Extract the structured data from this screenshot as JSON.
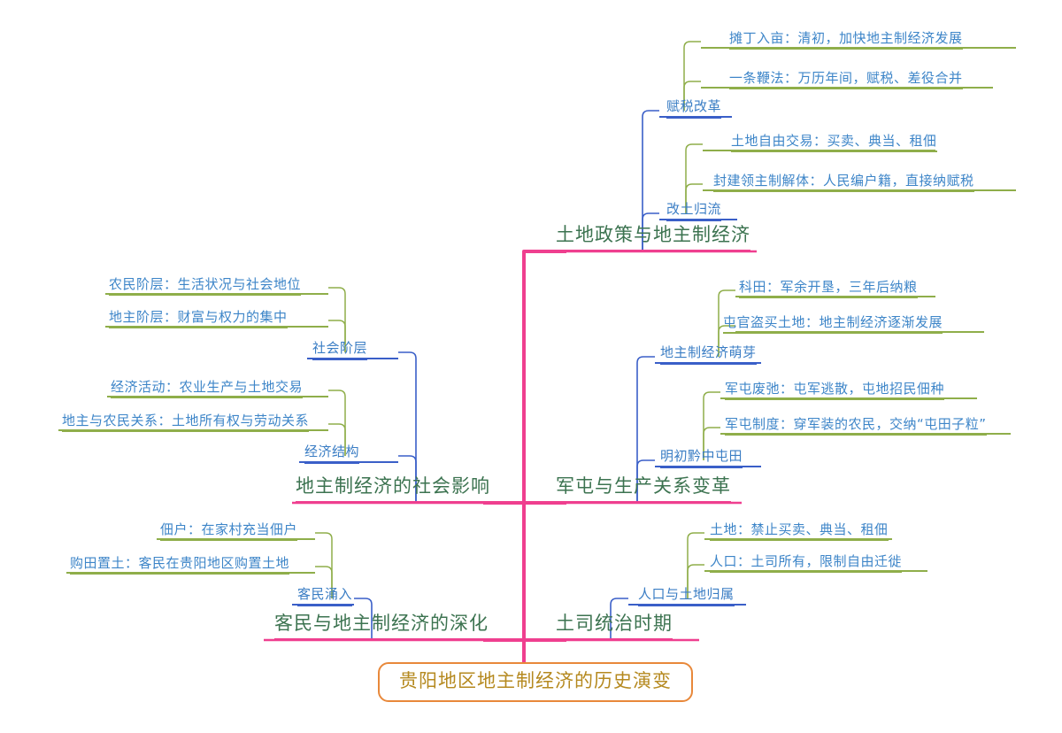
{
  "title": "贵阳地区地主制经济的历史演变",
  "colors": {
    "central_border": "#e8883a",
    "central_text": "#b5891f",
    "spine": "#ef3f8f",
    "level1_text": "#3c7350",
    "level2_text": "#3a7dc4",
    "level2_underline": "#3a5fc8",
    "level3_text": "#3d85c8",
    "level3_underline": "#8fae4a"
  },
  "central": {
    "label": "贵阳地区地主制经济的历史演变"
  },
  "branches": [
    {
      "id": "land-policy",
      "label": "土地政策与地主制经济",
      "side": "right",
      "children": [
        {
          "id": "tax-reform",
          "label": "赋税改革",
          "leaves": [
            {
              "label": "摊丁入亩：清初，加快地主制经济发展"
            },
            {
              "label": "一条鞭法：万历年间，赋税、差役合并"
            }
          ]
        },
        {
          "id": "gaitu-guiliu",
          "label": "改土归流",
          "leaves": [
            {
              "label": "土地自由交易：买卖、典当、租佃"
            },
            {
              "label": "封建领主制解体：人民编户籍，直接纳赋税"
            }
          ]
        }
      ]
    },
    {
      "id": "military-colony",
      "label": "军屯与生产关系变革",
      "side": "right",
      "children": [
        {
          "id": "landlord-sprout",
          "label": "地主制经济萌芽",
          "leaves": [
            {
              "label": "科田：军余开垦，三年后纳粮"
            },
            {
              "label": "屯官盗买土地：地主制经济逐渐发展"
            }
          ]
        },
        {
          "id": "early-ming-tuntian",
          "label": "明初黔中屯田",
          "leaves": [
            {
              "label": "军屯废弛：屯军逃散，屯地招民佃种"
            },
            {
              "label": "军屯制度：穿军装的农民，交纳“屯田子粒”"
            }
          ]
        }
      ]
    },
    {
      "id": "tusi-period",
      "label": "土司统治时期",
      "side": "right",
      "children": [
        {
          "id": "population-land",
          "label": "人口与土地归属",
          "leaves": [
            {
              "label": "土地：禁止买卖、典当、租佃"
            },
            {
              "label": "人口：土司所有，限制自由迁徙"
            }
          ]
        }
      ]
    },
    {
      "id": "social-impact",
      "label": "地主制经济的社会影响",
      "side": "left",
      "children": [
        {
          "id": "social-class",
          "label": "社会阶层",
          "leaves": [
            {
              "label": "农民阶层：生活状况与社会地位"
            },
            {
              "label": "地主阶层：财富与权力的集中"
            }
          ]
        },
        {
          "id": "economic-structure",
          "label": "经济结构",
          "leaves": [
            {
              "label": "经济活动：农业生产与土地交易"
            },
            {
              "label": "地主与农民关系：土地所有权与劳动关系"
            }
          ]
        }
      ]
    },
    {
      "id": "keming-deepening",
      "label": "客民与地主制经济的深化",
      "side": "left",
      "children": [
        {
          "id": "keming-influx",
          "label": "客民涌入",
          "leaves": [
            {
              "label": "佃户：在家村充当佃户"
            },
            {
              "label": "购田置土：客民在贵阳地区购置土地"
            }
          ]
        }
      ]
    }
  ]
}
